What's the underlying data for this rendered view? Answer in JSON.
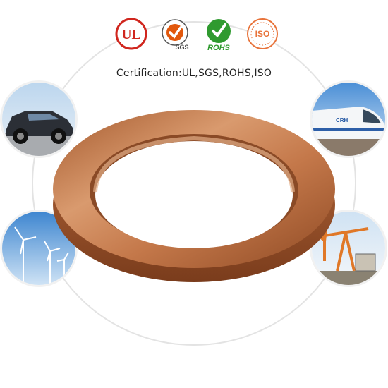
{
  "certification_caption": "Certification:UL,SGS,ROHS,ISO",
  "certification_logos": [
    {
      "icon": "ul-logo-icon",
      "text": "UL",
      "color": "#d0261e"
    },
    {
      "icon": "sgs-logo-icon",
      "text": "SGS",
      "color": "#e2580c"
    },
    {
      "icon": "rohs-logo-icon",
      "text": "ROHS",
      "color": "#2f9a2f"
    },
    {
      "icon": "iso-logo-icon",
      "text": "ISO",
      "color": "#e8733a"
    }
  ],
  "application_images": [
    {
      "icon": "suv-car-icon"
    },
    {
      "icon": "high-speed-train-icon",
      "text": "CRH"
    },
    {
      "icon": "wind-turbines-icon"
    },
    {
      "icon": "oil-pump-jack-icon"
    }
  ],
  "product": {
    "icon": "copper-ring-icon",
    "color": "#c4784a"
  }
}
